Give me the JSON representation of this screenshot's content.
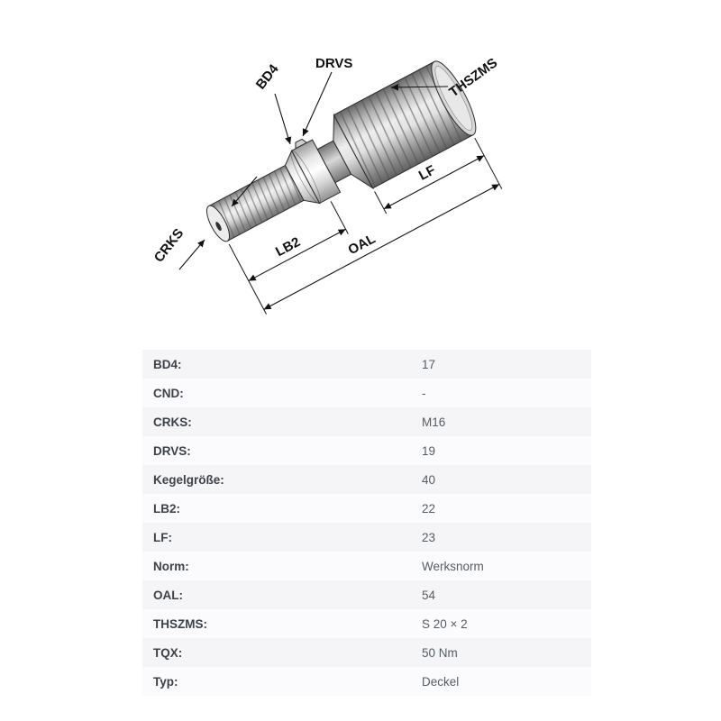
{
  "diagram": {
    "labels": {
      "bd4": "BD4",
      "drvs": "DRVS",
      "thszms": "THSZMS",
      "crks": "CRKS",
      "lf": "LF",
      "lb2": "LB2",
      "oal": "OAL"
    }
  },
  "table": {
    "rows": [
      {
        "label": "BD4:",
        "value": "17"
      },
      {
        "label": "CND:",
        "value": "-"
      },
      {
        "label": "CRKS:",
        "value": "M16"
      },
      {
        "label": "DRVS:",
        "value": "19"
      },
      {
        "label": "Kegelgröße:",
        "value": "40"
      },
      {
        "label": "LB2:",
        "value": "22"
      },
      {
        "label": "LF:",
        "value": "23"
      },
      {
        "label": "Norm:",
        "value": "Werksnorm"
      },
      {
        "label": "OAL:",
        "value": "54"
      },
      {
        "label": "THSZMS:",
        "value": "S 20 × 2"
      },
      {
        "label": "TQX:",
        "value": "50 Nm"
      },
      {
        "label": "Typ:",
        "value": "Deckel"
      }
    ]
  }
}
